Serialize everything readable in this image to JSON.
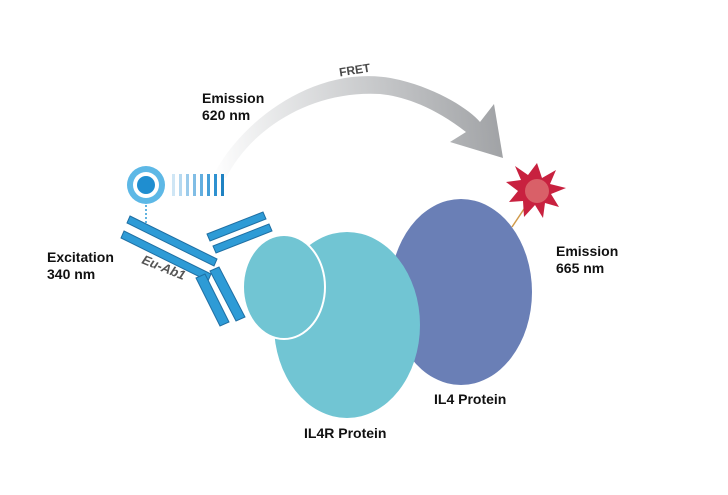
{
  "labels": {
    "emission_top": {
      "line1": "Emission",
      "line2": "620 nm"
    },
    "fret": "FRET",
    "excitation": {
      "line1": "Excitation",
      "line2": "340 nm"
    },
    "antibody": "Eu-Ab1",
    "emission_right": {
      "line1": "Emission",
      "line2": "665 nm"
    },
    "il4_protein": "IL4 Protein",
    "il4r_protein": "IL4R Protein"
  },
  "colors": {
    "antibody_blue": "#2e9bd6",
    "antibody_dark": "#1f7fb8",
    "il4r": "#71c5d3",
    "il4": "#6a7fb6",
    "star": "#c8213f",
    "star_core": "#d96068",
    "arrow": "#a7a9ac",
    "text": "#111111"
  },
  "icons": {
    "europium_donor": "europium-chelate-icon",
    "acceptor": "acceptor-star-icon",
    "fret_arrow": "curved-arrow-icon"
  }
}
